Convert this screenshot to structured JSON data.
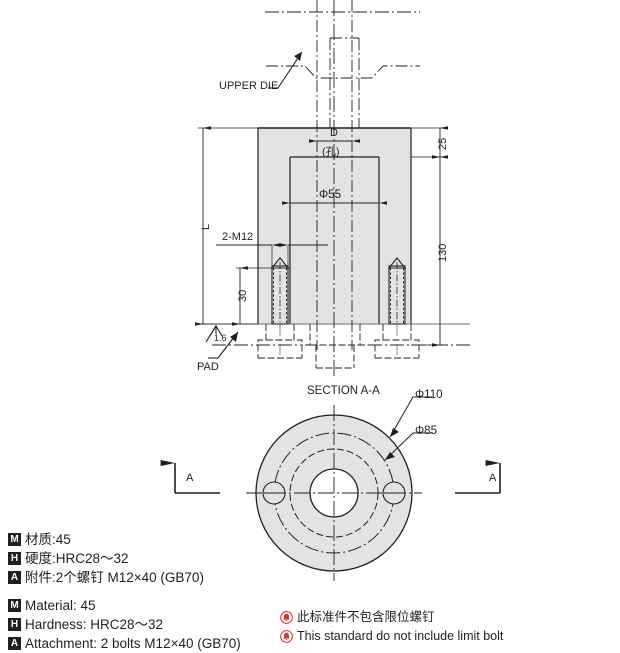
{
  "drawing": {
    "title_section": "SECTION A-A",
    "callouts": {
      "upper_die": "UPPER DIE",
      "pad": "PAD",
      "section_mark_left": "A",
      "section_mark_right": "A"
    },
    "dimensions": {
      "d_hole": "D",
      "d_hole_note": "(孔)",
      "bore": "Φ55",
      "length": "L",
      "top_step": "25",
      "body_height": "130",
      "thread_depth": "30",
      "threads": "2-M12",
      "outer_dia": "Φ110",
      "bolt_circle_dia": "Φ85",
      "surface_finish": "1.6"
    }
  },
  "specs_cn": [
    {
      "tag": "M",
      "text": "材质:45"
    },
    {
      "tag": "H",
      "text": "硬度:HRC28～32"
    },
    {
      "tag": "A",
      "text": "附件:2个螺钉 M12×40 (GB70)"
    }
  ],
  "specs_en": [
    {
      "tag": "M",
      "text": "Material: 45"
    },
    {
      "tag": "H",
      "text": "Hardness: HRC28～32"
    },
    {
      "tag": "A",
      "text": "Attachment: 2 bolts M12×40 (GB70)"
    }
  ],
  "warnings": [
    {
      "icon": "warning-bell-icon",
      "text": "此标准件不包含限位螺钉"
    },
    {
      "icon": "warning-bell-icon",
      "text": "This standard do not include limit bolt"
    }
  ],
  "colors": {
    "line": "#231f20",
    "fill_gray": "#e3e3e3",
    "warning_red": "#e0302a",
    "thin_line": "#6d6e71"
  }
}
